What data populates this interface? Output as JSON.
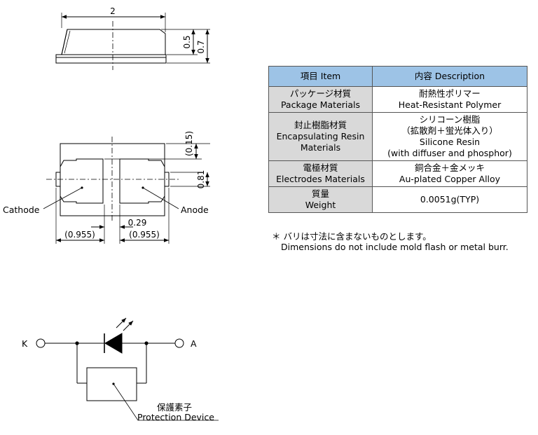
{
  "dimensions": {
    "width_top": "2",
    "height_body": "0.5",
    "height_total": "0.7",
    "top_gap": "(0.15)",
    "pad_height": "0.81",
    "gap": "0.29",
    "left_pad_width": "(0.955)",
    "right_pad_width": "(0.955)"
  },
  "labels": {
    "cathode": "Cathode",
    "anode": "Anode"
  },
  "circuit": {
    "k_label": "K",
    "a_label": "A",
    "protection_jp": "保護素子",
    "protection_en": "Protection Device"
  },
  "table": {
    "header_item": "項目 Item",
    "header_desc": "内容 Description",
    "rows": [
      {
        "item": [
          "パッケージ材質",
          "Package Materials"
        ],
        "desc": [
          "耐熱性ポリマー",
          "Heat-Resistant Polymer"
        ]
      },
      {
        "item": [
          "封止樹脂材質",
          "Encapsulating Resin",
          "Materials"
        ],
        "desc": [
          "シリコーン樹脂",
          "（拡散剤＋蛍光体入り）",
          "Silicone Resin",
          "(with diffuser and phosphor)"
        ]
      },
      {
        "item": [
          "電極材質",
          "Electrodes Materials"
        ],
        "desc": [
          "銅合金＋金メッキ",
          "Au-plated Copper Alloy"
        ]
      },
      {
        "item": [
          "質量",
          "Weight"
        ],
        "desc": [
          "0.0051g(TYP)"
        ]
      }
    ]
  },
  "note": {
    "jp": "＊ バリは寸法に含まないものとします。",
    "en": "Dimensions do not include mold flash or metal burr."
  }
}
